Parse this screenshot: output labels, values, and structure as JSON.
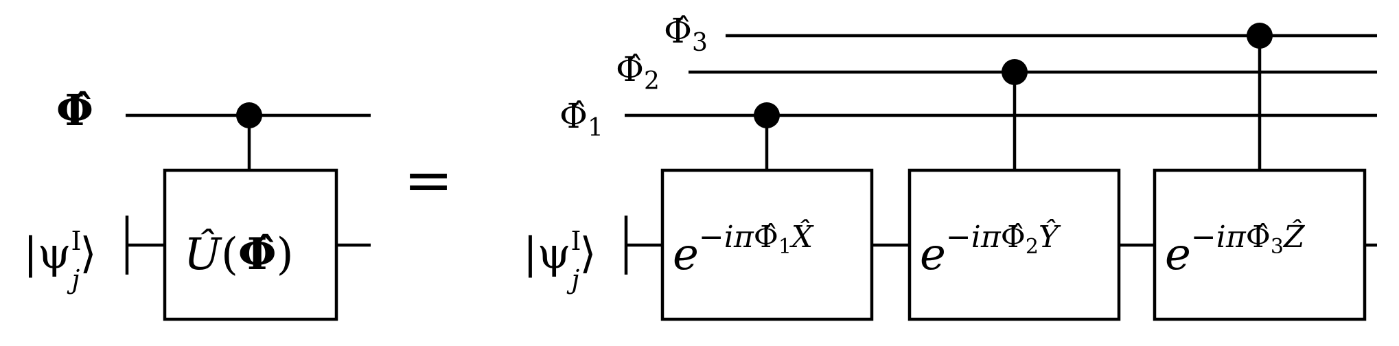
{
  "left_circuit": {
    "control_label": "Φ̂",
    "target_label": "|ψ",
    "target_sup": "I",
    "target_sub": "j",
    "target_close": "⟩",
    "gate": {
      "op": "Û",
      "open": "(",
      "arg": "Φ̂",
      "close": ")"
    }
  },
  "equals": "=",
  "right_circuit": {
    "controls": [
      {
        "base": "Φ̂",
        "sub": "1"
      },
      {
        "base": "Φ̂",
        "sub": "2"
      },
      {
        "base": "Φ̂",
        "sub": "3"
      }
    ],
    "target_label": "|ψ",
    "target_sup": "I",
    "target_sub": "j",
    "target_close": "⟩",
    "gates": [
      {
        "base": "e",
        "exp_pre": "−iπ",
        "exp_phi": "Φ̂",
        "exp_sub": "1",
        "exp_op": "X̂"
      },
      {
        "base": "e",
        "exp_pre": "−iπ",
        "exp_phi": "Φ̂",
        "exp_sub": "2",
        "exp_op": "Ŷ"
      },
      {
        "base": "e",
        "exp_pre": "−iπ",
        "exp_phi": "Φ̂",
        "exp_sub": "3",
        "exp_op": "Ẑ"
      }
    ]
  }
}
